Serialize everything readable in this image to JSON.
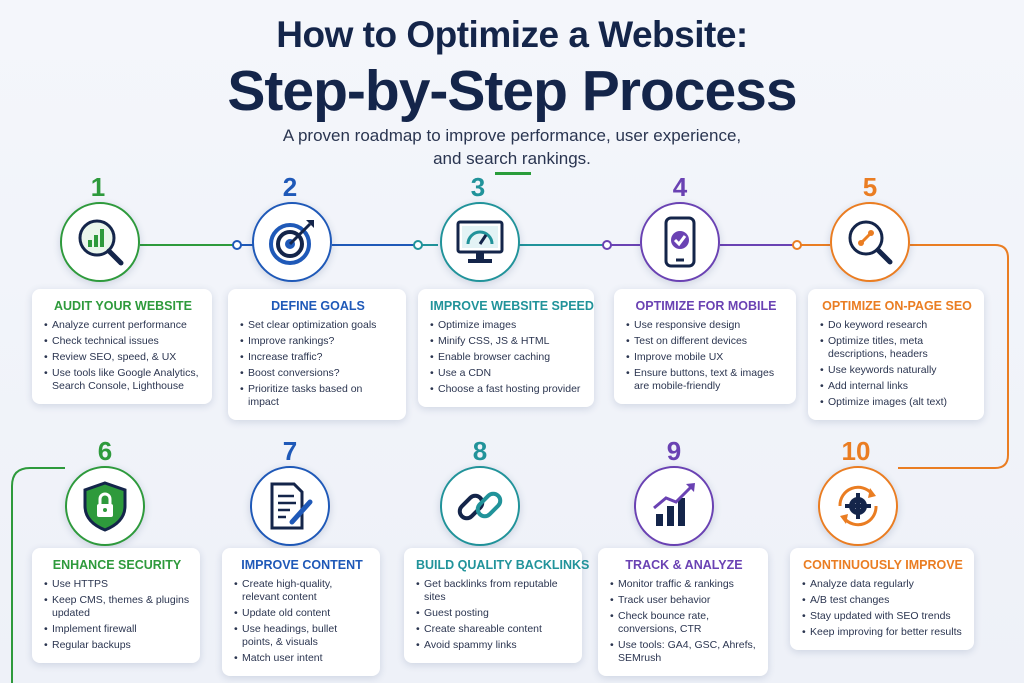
{
  "header": {
    "title_line1": "How to Optimize a Website:",
    "title_line2": "Step-by-Step Process",
    "subtitle_line1": "A proven roadmap to improve performance, user experience,",
    "subtitle_line2": "and search rankings."
  },
  "colors": {
    "green": "#2e9a3c",
    "blue": "#1f59b8",
    "teal": "#21939a",
    "purple": "#6a42b3",
    "orange": "#ea7d22",
    "navy": "#14254a"
  },
  "steps": [
    {
      "number": "1",
      "icon": "magnifier-bar-chart-icon",
      "title": "AUDIT YOUR WEBSITE",
      "items": [
        "Analyze current performance",
        "Check technical issues",
        "Review SEO, speed, & UX",
        "Use tools like Google Analytics, Search Console, Lighthouse"
      ]
    },
    {
      "number": "2",
      "icon": "target-arrow-icon",
      "title": "DEFINE GOALS",
      "items": [
        "Set clear optimization goals",
        "Improve rankings?",
        "Increase traffic?",
        "Boost conversions?",
        "Prioritize tasks based on impact"
      ]
    },
    {
      "number": "3",
      "icon": "monitor-speedometer-icon",
      "title": "IMPROVE WEBSITE SPEED",
      "items": [
        "Optimize images",
        "Minify CSS, JS & HTML",
        "Enable browser caching",
        "Use a CDN",
        "Choose a fast hosting provider"
      ]
    },
    {
      "number": "4",
      "icon": "mobile-check-icon",
      "title": "OPTIMIZE FOR MOBILE",
      "items": [
        "Use responsive design",
        "Test on different devices",
        "Improve mobile UX",
        "Ensure buttons, text & images are mobile-friendly"
      ]
    },
    {
      "number": "5",
      "icon": "seo-magnifier-icon",
      "title": "OPTIMIZE ON-PAGE SEO",
      "items": [
        "Do keyword research",
        "Optimize titles, meta descriptions, headers",
        "Use keywords naturally",
        "Add internal links",
        "Optimize images (alt text)"
      ]
    },
    {
      "number": "6",
      "icon": "shield-lock-icon",
      "title": "ENHANCE SECURITY",
      "items": [
        "Use HTTPS",
        "Keep CMS, themes & plugins updated",
        "Implement firewall",
        "Regular backups"
      ]
    },
    {
      "number": "7",
      "icon": "document-pencil-icon",
      "title": "IMPROVE CONTENT",
      "items": [
        "Create high-quality, relevant content",
        "Update old content",
        "Use headings, bullet points, & visuals",
        "Match user intent"
      ]
    },
    {
      "number": "8",
      "icon": "chain-link-icon",
      "title": "BUILD QUALITY BACKLINKS",
      "items": [
        "Get backlinks from reputable sites",
        "Guest posting",
        "Create shareable content",
        "Avoid spammy links"
      ]
    },
    {
      "number": "9",
      "icon": "growth-chart-icon",
      "title": "TRACK & ANALYZE",
      "items": [
        "Monitor traffic & rankings",
        "Track user behavior",
        "Check bounce rate, conversions, CTR",
        "Use tools: GA4, GSC, Ahrefs, SEMrush"
      ]
    },
    {
      "number": "10",
      "icon": "gear-cycle-icon",
      "title": "CONTINUOUSLY IMPROVE",
      "items": [
        "Analyze data regularly",
        "A/B test changes",
        "Stay updated with SEO trends",
        "Keep improving for better results"
      ]
    }
  ]
}
